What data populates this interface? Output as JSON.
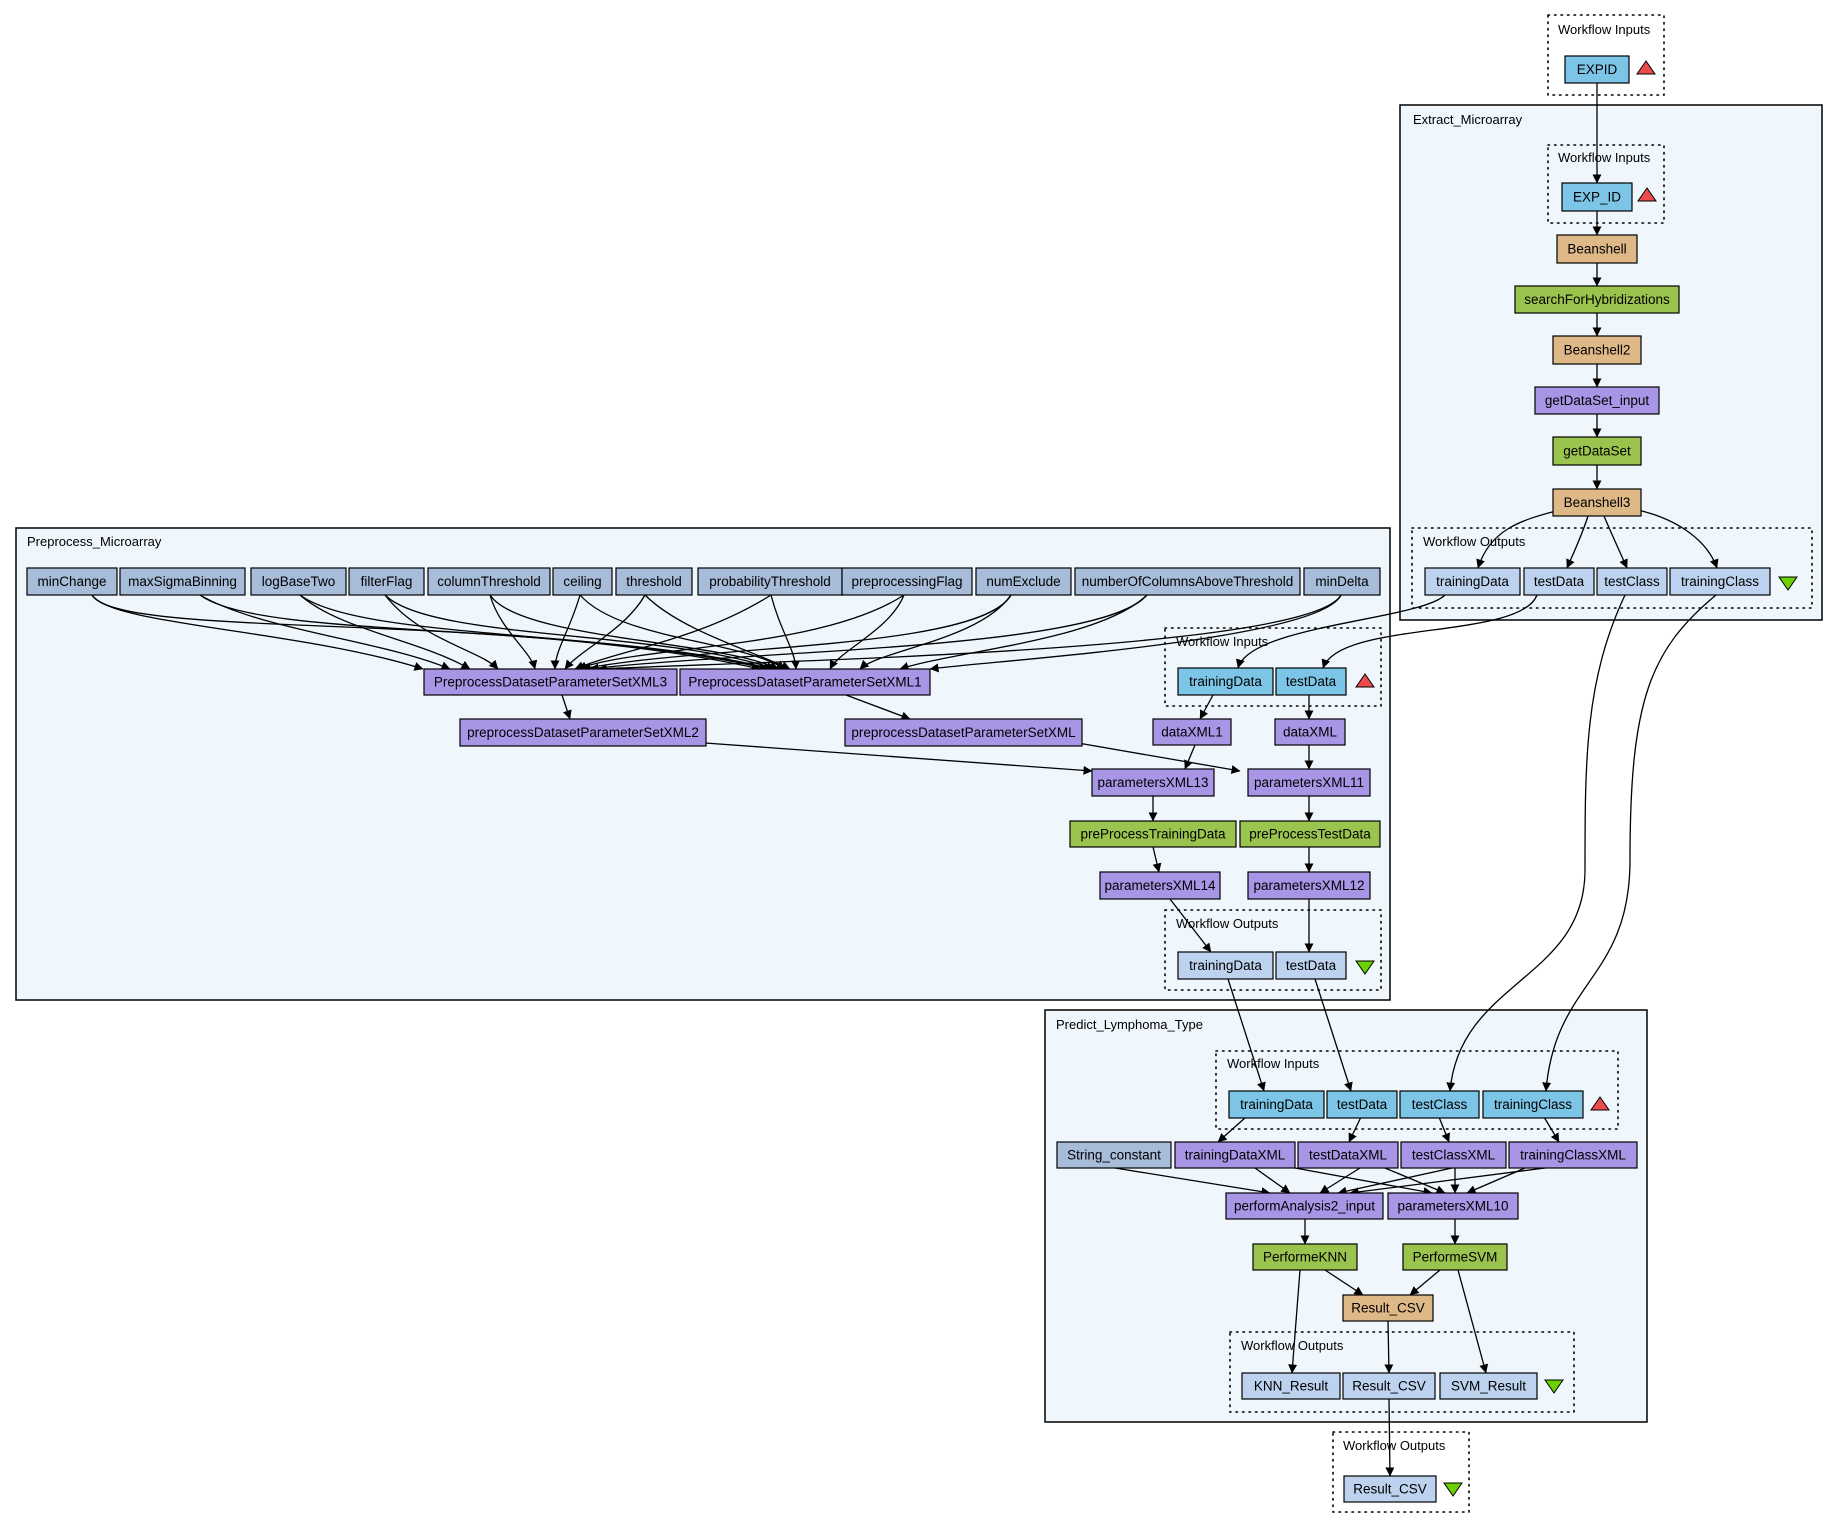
{
  "colors": {
    "input_port": "#7cc5e6",
    "output_port": "#bcd2ee",
    "constant": "#a6bcd9",
    "beanshell": "#deb887",
    "wsdl_service": "#9ac44e",
    "xml_splitter": "#a995e6",
    "input_marker": "#ec4b4b",
    "output_marker": "#6bd100",
    "cluster_fill": "#eff7fd"
  },
  "clusters": {
    "top_inputs": "Workflow Inputs",
    "extract": "Extract_Microarray",
    "extract_inputs": "Workflow Inputs",
    "extract_outputs": "Workflow Outputs",
    "preprocess": "Preprocess_Microarray",
    "preprocess_inputs": "Workflow Inputs",
    "preprocess_outputs": "Workflow Outputs",
    "predict": "Predict_Lymphoma_Type",
    "predict_inputs": "Workflow Inputs",
    "predict_outputs": "Workflow Outputs",
    "top_outputs": "Workflow Outputs"
  },
  "nodes": {
    "expid": "EXPID",
    "exp_id": "EXP_ID",
    "beanshell": "Beanshell",
    "search_hyb": "searchForHybridizations",
    "beanshell2": "Beanshell2",
    "getdataset_input": "getDataSet_input",
    "getdataset": "getDataSet",
    "beanshell3": "Beanshell3",
    "ex_out_training": "trainingData",
    "ex_out_test": "testData",
    "ex_out_testclass": "testClass",
    "ex_out_trainingclass": "trainingClass",
    "minchange": "minChange",
    "maxsigma": "maxSigmaBinning",
    "logbasetwo": "logBaseTwo",
    "filterflag": "filterFlag",
    "colthreshold": "columnThreshold",
    "ceiling": "ceiling",
    "threshold": "threshold",
    "probthreshold": "probabilityThreshold",
    "preprocflag": "preprocessingFlag",
    "numexclude": "numExclude",
    "numcols": "numberOfColumnsAboveThreshold",
    "mindelta": "minDelta",
    "ppxml3": "PreprocessDatasetParameterSetXML3",
    "ppxml1": "PreprocessDatasetParameterSetXML1",
    "ppxml2": "preprocessDatasetParameterSetXML2",
    "ppxml": "preprocessDatasetParameterSetXML",
    "pp_in_training": "trainingData",
    "pp_in_test": "testData",
    "dataxml1": "dataXML1",
    "dataxml": "dataXML",
    "params13": "parametersXML13",
    "params11": "parametersXML11",
    "preproc_training": "preProcessTrainingData",
    "preproc_test": "preProcessTestData",
    "params14": "parametersXML14",
    "params12": "parametersXML12",
    "pp_out_training": "trainingData",
    "pp_out_test": "testData",
    "pr_in_training": "trainingData",
    "pr_in_test": "testData",
    "pr_in_testclass": "testClass",
    "pr_in_trainingclass": "trainingClass",
    "string_constant": "String_constant",
    "trainingdataxml": "trainingDataXML",
    "testdataxml": "testDataXML",
    "testclassxml": "testClassXML",
    "trainingclassxml": "trainingClassXML",
    "perform_input": "performAnalysis2_input",
    "params10": "parametersXML10",
    "performknn": "PerformeKNN",
    "performsvm": "PerformeSVM",
    "result_csv": "Result_CSV",
    "pr_out_knn": "KNN_Result",
    "pr_out_csv": "Result_CSV",
    "pr_out_svm": "SVM_Result",
    "top_out_csv": "Result_CSV"
  }
}
